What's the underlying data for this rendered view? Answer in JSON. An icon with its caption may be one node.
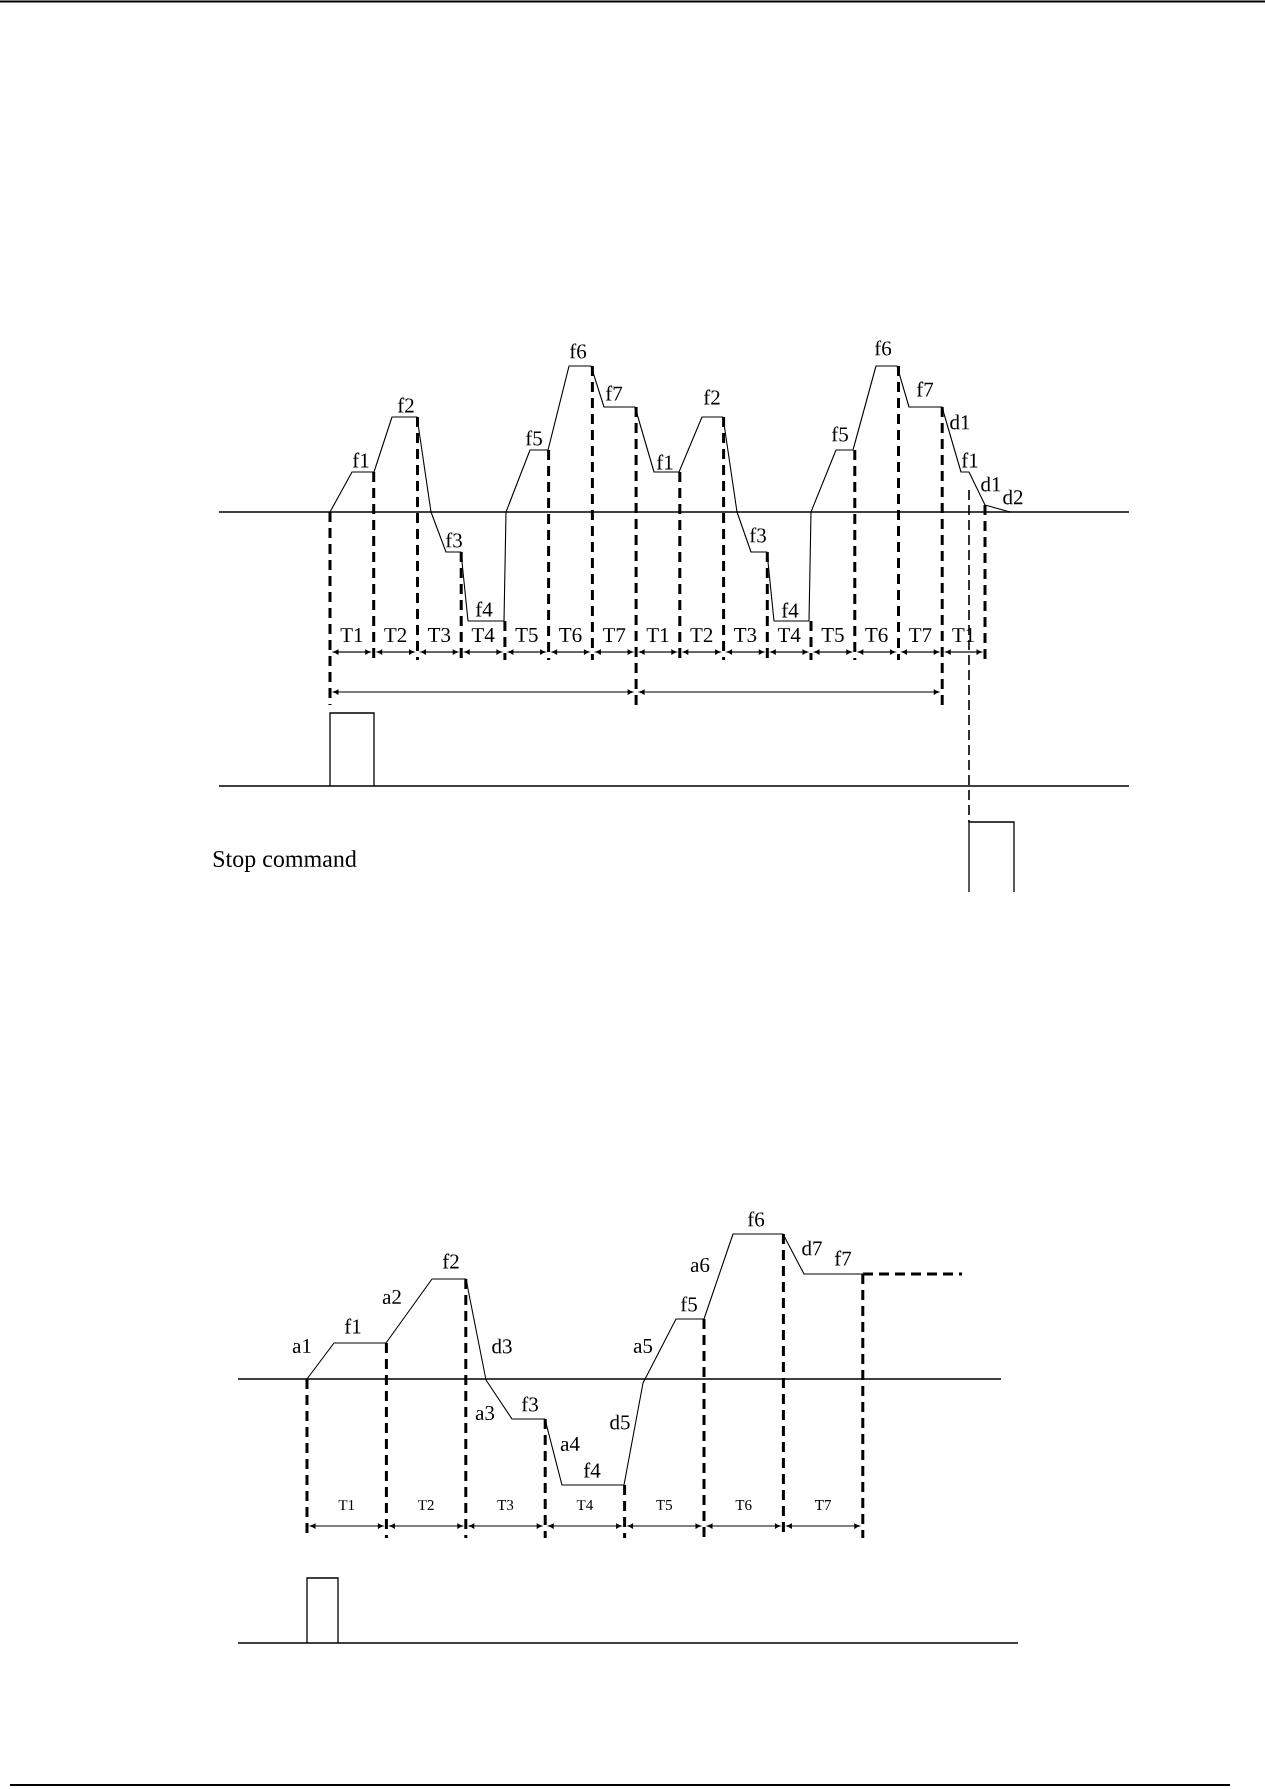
{
  "diagram": {
    "labels": [
      "f1",
      "f2",
      "f3",
      "f4",
      "f5",
      "f6",
      "f7",
      "f1",
      "f2",
      "f3",
      "f4",
      "f5",
      "f6",
      "f7",
      "d1",
      "f1",
      "d1",
      "d2",
      "T1",
      "T2",
      "T3",
      "T4",
      "T5",
      "T6",
      "T7",
      "T1",
      "T2",
      "T3",
      "T4",
      "T5",
      "T6",
      "T7",
      "T1",
      "Stop command",
      "a1",
      "f1",
      "a2",
      "f2",
      "d3",
      "a3",
      "f3",
      "a4",
      "f4",
      "d5",
      "a5",
      "f5",
      "a6",
      "f6",
      "d7",
      "f7",
      "T1",
      "T2",
      "T3",
      "T4",
      "T5",
      "T6",
      "T7"
    ]
  }
}
